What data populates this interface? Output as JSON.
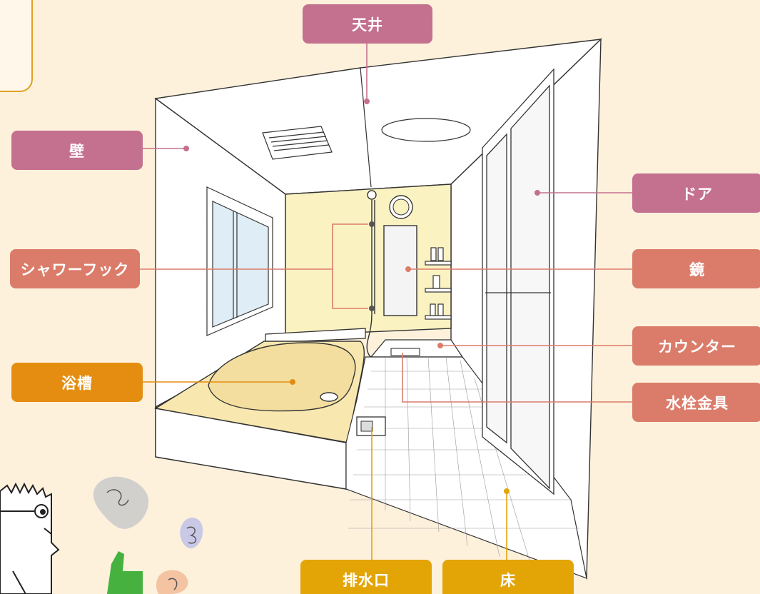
{
  "labels": {
    "ceiling": "天井",
    "wall": "壁",
    "door": "ドア",
    "shower_hook": "シャワーフック",
    "mirror": "鏡",
    "counter": "カウンター",
    "bathtub": "浴槽",
    "faucet": "水栓金具",
    "drain": "排水口",
    "floor": "床"
  },
  "colors": {
    "background": "#fdf1dc",
    "label_pink": "#c4708f",
    "label_salmon": "#db7c6a",
    "label_orange": "#e48d10",
    "label_yellow": "#e3a406",
    "wall_cream": "#fbf2c2",
    "tub": "#f8e8b0"
  }
}
